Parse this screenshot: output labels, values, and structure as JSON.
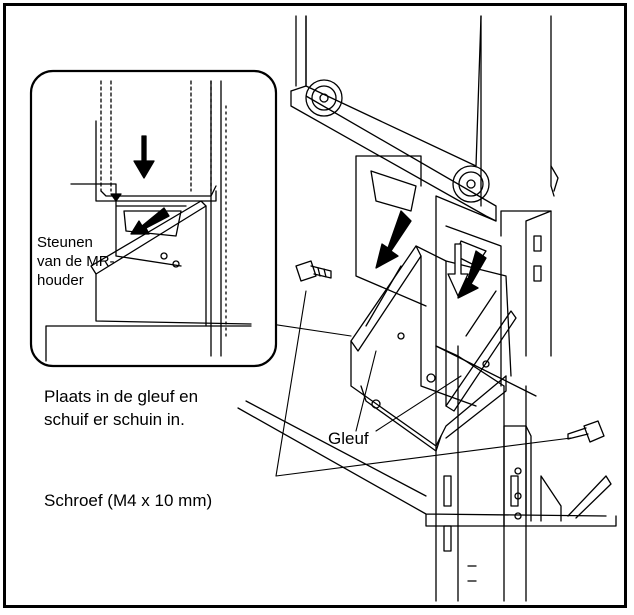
{
  "labels": {
    "inset_support_line1": "Steunen",
    "inset_support_line2": "van de MR-",
    "inset_support_line3": "houder",
    "slot_instruction_line1": "Plaats in de gleuf en",
    "slot_instruction_line2": "schuif er schuin in.",
    "slot": "Gleuf",
    "screw": "Schroef (M4 x 10 mm)"
  },
  "colors": {
    "ink": "#000000",
    "paper": "#ffffff"
  }
}
